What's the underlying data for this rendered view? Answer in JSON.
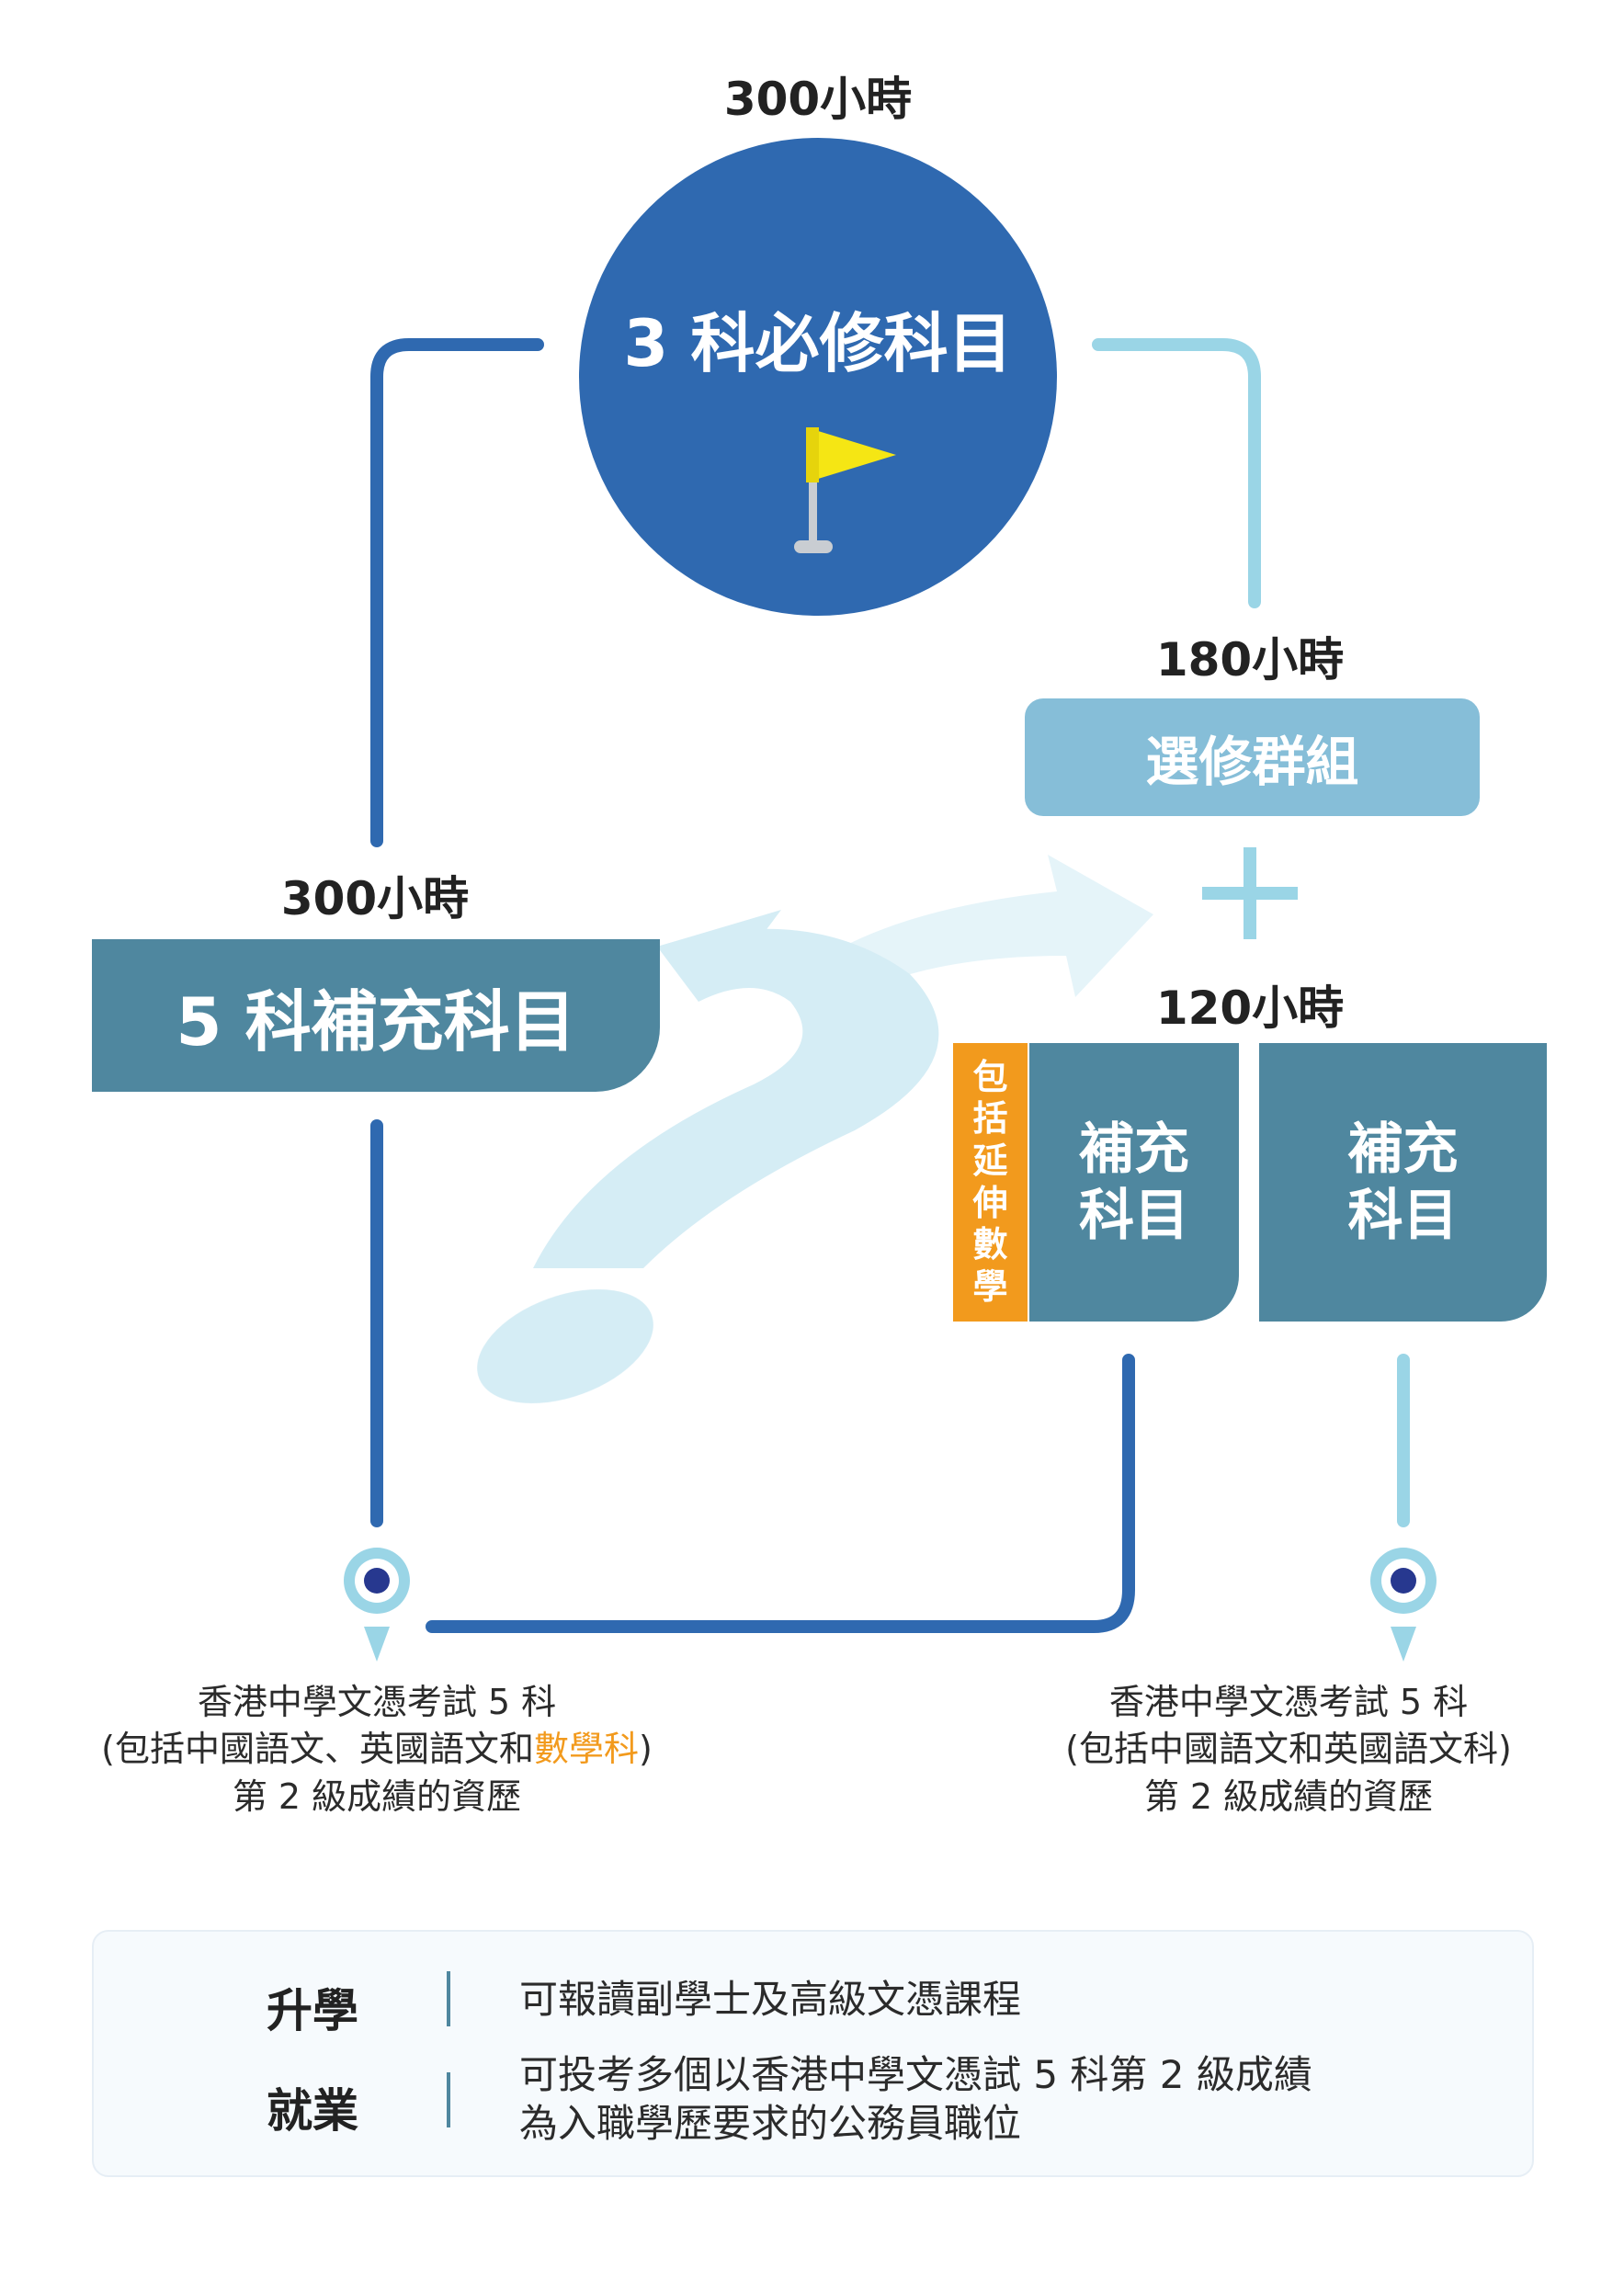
{
  "top": {
    "hours": "300小時",
    "title": "3 科必修科目"
  },
  "elective": {
    "hours": "180小時",
    "label": "選修群組"
  },
  "plus": "+",
  "supp120": {
    "hours": "120小時",
    "tab": [
      "包",
      "括",
      "延",
      "伸",
      "數",
      "學"
    ],
    "box1": [
      "補充",
      "科目"
    ],
    "box2": [
      "補充",
      "科目"
    ]
  },
  "left": {
    "hours": "300小時",
    "label": "5 科補充科目"
  },
  "results": {
    "left": {
      "line1": "香港中學文憑考試 5 科",
      "line2_pre": "(包括中國語文、英國語文和",
      "line2_hl": "數學科",
      "line2_post": ")",
      "line3": "第 2 級成績的資歷"
    },
    "right": {
      "line1": "香港中學文憑考試 5 科",
      "line2": "(包括中國語文和英國語文科)",
      "line3": "第 2 級成績的資歷"
    }
  },
  "panel": {
    "row1": {
      "label": "升學",
      "desc": "可報讀副學士及高級文憑課程"
    },
    "row2": {
      "label": "就業",
      "desc1": "可投考多個以香港中學文憑試 5 科第 2 級成績",
      "desc2": "為入職學歷要求的公務員職位"
    }
  },
  "colors": {
    "dark_blue": "#2f69b0",
    "light_blue": "#9ad5e6",
    "teal": "#4f879f",
    "elective": "#86bed8",
    "orange": "#f29a1d",
    "flag": "#f5e614"
  }
}
